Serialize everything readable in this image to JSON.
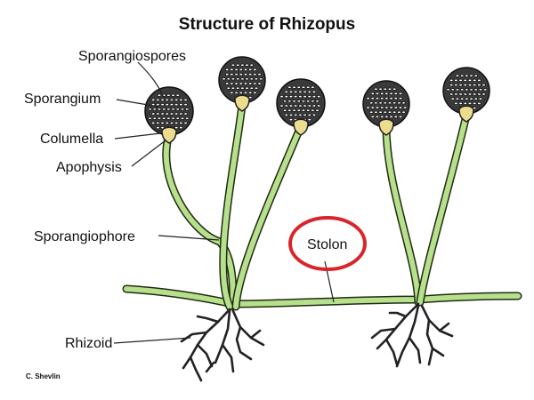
{
  "title": "Structure of Rhizopus",
  "labels": {
    "sporangiospores": "Sporangiospores",
    "sporangium": "Sporangium",
    "columella": "Columella",
    "apophysis": "Apophysis",
    "sporangiophore": "Sporangiophore",
    "stolon": "Stolon",
    "rhizoid": "Rhizoid"
  },
  "credit": "C. Shevlin",
  "colors": {
    "hypha_fill": "#b7e08c",
    "outline": "#1f2a12",
    "sporangium": "#3a3a3a",
    "apophysis": "#eddc8e",
    "highlight_circle": "#d9242a"
  }
}
